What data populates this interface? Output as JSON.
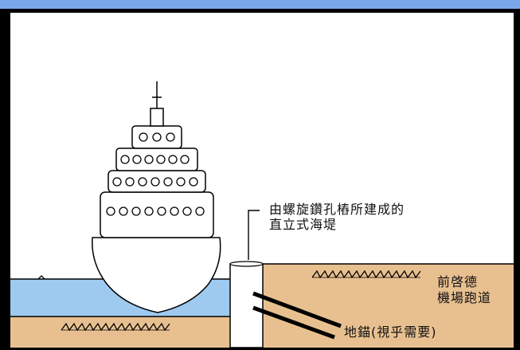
{
  "diagram": {
    "labels": {
      "seawall_line1": "由螺旋鑽孔樁所建成的",
      "seawall_line2": "直立式海堤",
      "runway_line1": "前啓德",
      "runway_line2": "機場跑道",
      "anchor": "地錨(視乎需要)"
    },
    "colors": {
      "frame": "#000000",
      "banner": "#7aa6ec",
      "sky": "#ffffff",
      "water": "#9fcaf0",
      "land": "#e8c090",
      "ship_hull": "#ffffff",
      "outline": "#000000"
    }
  }
}
